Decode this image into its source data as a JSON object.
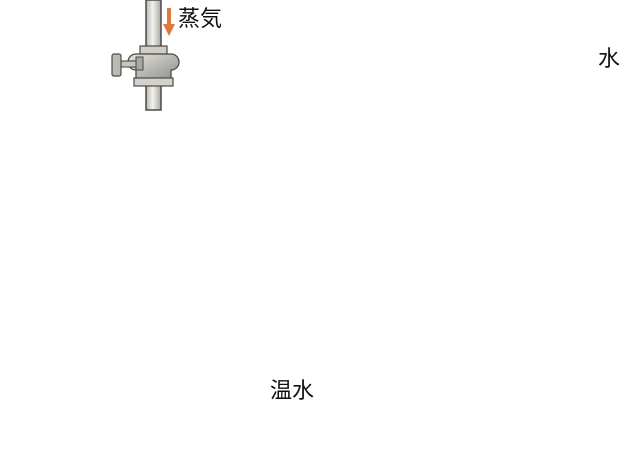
{
  "labels": {
    "steam": "蒸気",
    "water_in": "水",
    "warm_water": "温水"
  },
  "colors": {
    "steam_arrow": "#e07a3c",
    "water_arrow": "#6f8fc8",
    "warm_arrow": "#f0c840",
    "outlet_arrow": "#5a86c2",
    "shell_fill": "#d8d6ce",
    "shell_stroke": "#4a4a4a",
    "tube_blue": "#4f7a93",
    "tube_highlight": "#f6f6f6"
  },
  "icons": {
    "steam_valve": "gate-valve-icon",
    "steam_trap": "steam-trap-icon"
  }
}
